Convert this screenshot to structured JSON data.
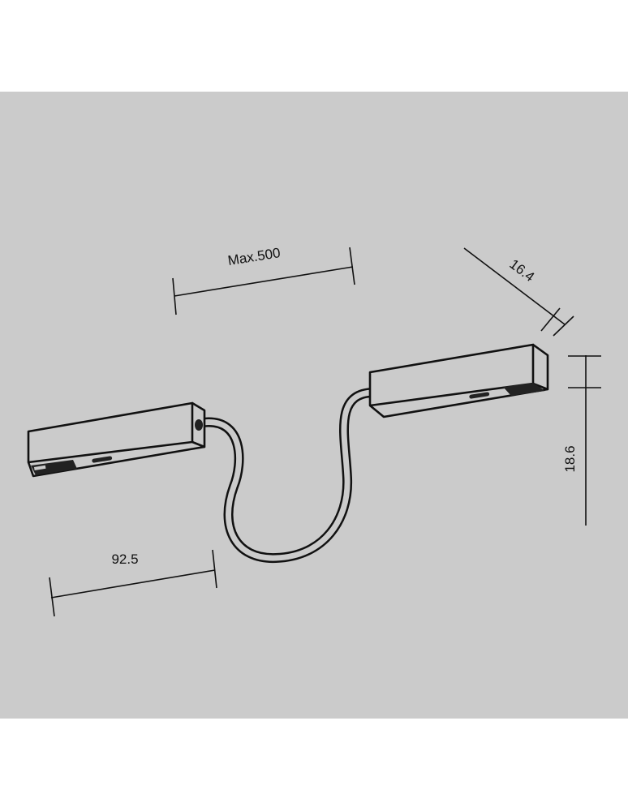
{
  "drawing": {
    "background_color": "#cbcbcb",
    "line_color": "#111111",
    "dimensions": {
      "cable_length": "Max.500",
      "module_length": "92.5",
      "module_width": "16.4",
      "module_height": "18.6"
    },
    "parts": [
      "connector-module-left",
      "flexible-cable",
      "connector-module-right"
    ]
  }
}
